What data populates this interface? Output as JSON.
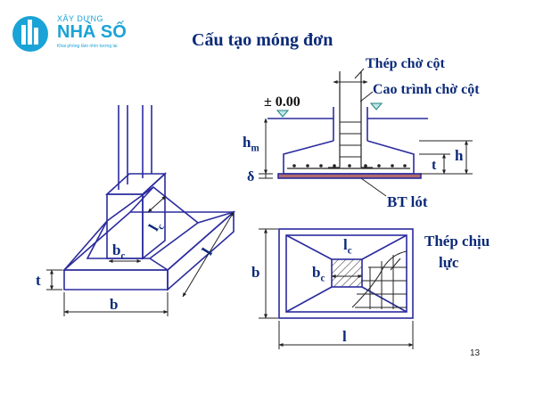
{
  "logo": {
    "top_text": "XÂY DỰNG",
    "main_text": "NHÀ SỐ",
    "sub_text": "Khai phóng tầm nhìn tương lai"
  },
  "title": "Cấu tạo móng đơn",
  "page_number": "13",
  "iso_view": {
    "label_lc_main": "l",
    "label_lc_sub": "c",
    "label_bc_main": "b",
    "label_bc_sub": "c",
    "label_t": "t",
    "label_b": "b",
    "label_l": "l"
  },
  "section_view": {
    "label_column_rebar": "Thép chờ cột",
    "label_elevation_mark": "Cao trình chờ cột",
    "label_level": "± 0.00",
    "label_hm_main": "h",
    "label_hm_sub": "m",
    "label_delta": "δ",
    "label_h": "h",
    "label_t": "t",
    "label_lean_concrete": "BT lót"
  },
  "plan_view": {
    "label_lc_main": "l",
    "label_lc_sub": "c",
    "label_bc_main": "b",
    "label_bc_sub": "c",
    "label_b": "b",
    "label_l": "l",
    "label_rebar_line1": "Thép chịu",
    "label_rebar_line2": "lực"
  },
  "colors": {
    "line": "#2b2b9e",
    "text": "#0b2a78",
    "logo": "#1aa3d6",
    "lean_concrete_fill": "#b06a6a"
  }
}
